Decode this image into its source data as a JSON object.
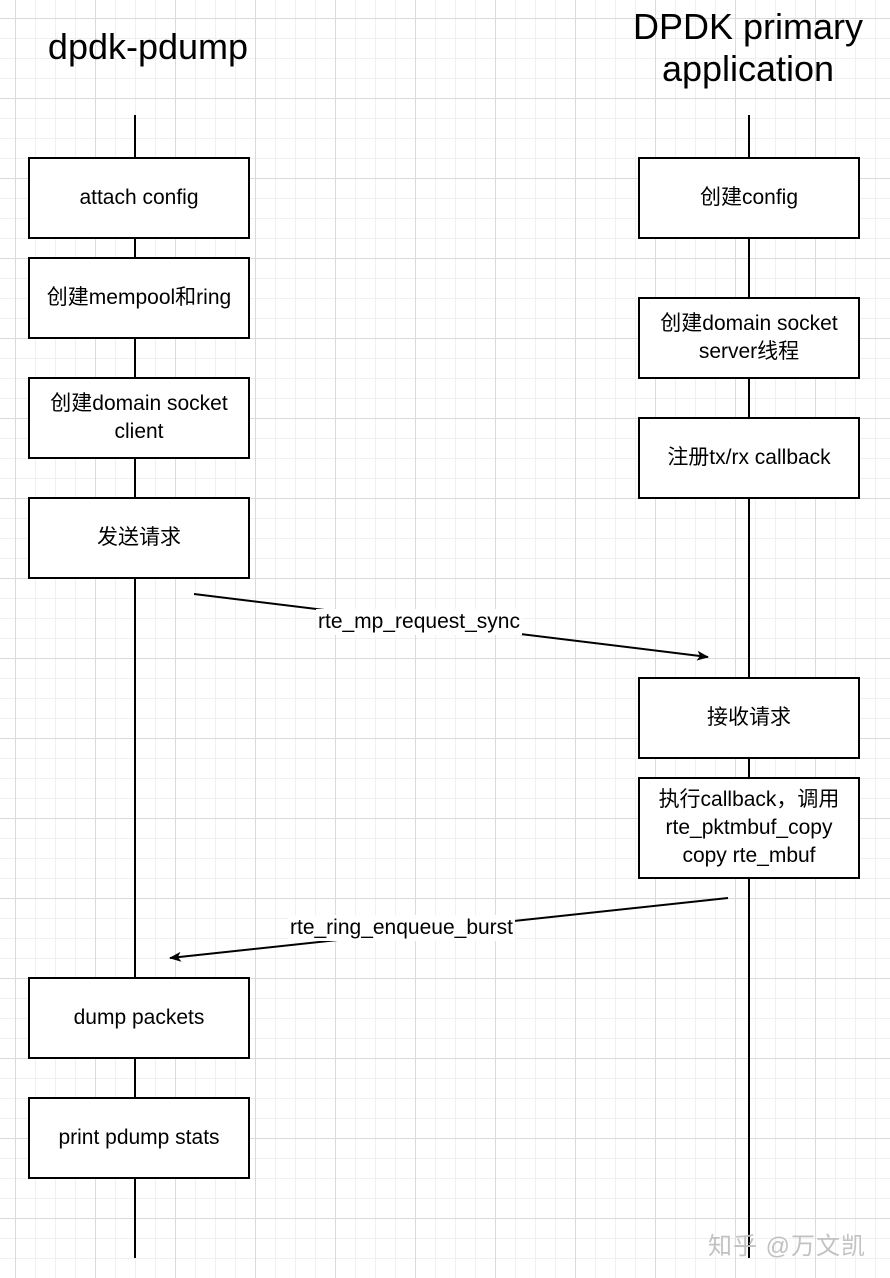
{
  "lifelines": {
    "left_title": "dpdk-pdump",
    "right_title": "DPDK primary\napplication"
  },
  "left_steps": [
    "attach config",
    "创建mempool和ring",
    "创建domain socket\nclient",
    "发送请求",
    "dump packets",
    "print pdump stats"
  ],
  "right_steps": [
    "创建config",
    "创建domain socket\nserver线程",
    "注册tx/rx callback",
    "接收请求",
    "执行callback，调用\nrte_pktmbuf_copy\ncopy rte_mbuf"
  ],
  "messages": {
    "request": "rte_mp_request_sync",
    "enqueue": "rte_ring_enqueue_burst"
  },
  "watermark": "知乎 @万文凯"
}
